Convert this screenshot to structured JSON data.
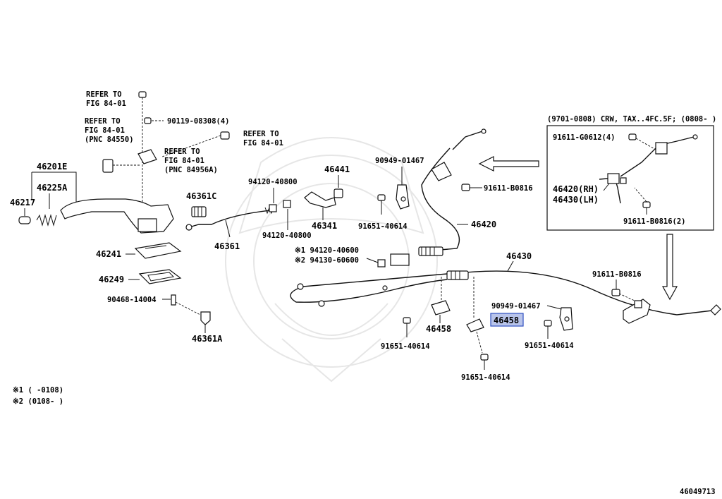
{
  "diagram": {
    "drawing_number": "46049713",
    "highlighted_part": "46458",
    "notes": [
      "※1 (      -0108)",
      "※2 (0108-      )"
    ],
    "inset_title": "(9701-0808) CRW, TAX..4FC.5F; (0808-      )",
    "refer": {
      "r1a": "REFER TO",
      "r1b": "FIG 84-01",
      "r2a": "REFER TO",
      "r2b": "FIG 84-01",
      "r2c": "(PNC 84550)",
      "r3a": "REFER TO",
      "r3b": "FIG 84-01",
      "r4a": "REFER TO",
      "r4b": "FIG 84-01",
      "r4c": "(PNC 84956A)"
    },
    "parts": {
      "p90119": "90119-08308(4)",
      "p46201E": "46201E",
      "p46225A": "46225A",
      "p46217": "46217",
      "p46241": "46241",
      "p46249": "46249",
      "p90468": "90468-14004",
      "p46361A": "46361A",
      "p46361C": "46361C",
      "p46361": "46361",
      "p94120a": "94120-40800",
      "p94120b": "94120-40800",
      "p46441": "46441",
      "p46341": "46341",
      "p90949a": "90949-01467",
      "p91651a": "91651-40614",
      "p91611a": "91611-B0816",
      "p46420": "46420",
      "p94120c": "※1 94120-40600",
      "p94130": "※2 94130-60600",
      "p46430": "46430",
      "p91611b": "91611-B0816",
      "p90949b": "90949-01467",
      "p46458a": "46458",
      "p46458b": "46458",
      "p91651b": "91651-40614",
      "p91651c": "91651-40614",
      "p91651d": "91651-40614",
      "i91611g": "91611-G0612(4)",
      "i46420": "46420(RH)",
      "i46430": "46430(LH)",
      "i91611b": "91611-B0816(2)"
    }
  }
}
